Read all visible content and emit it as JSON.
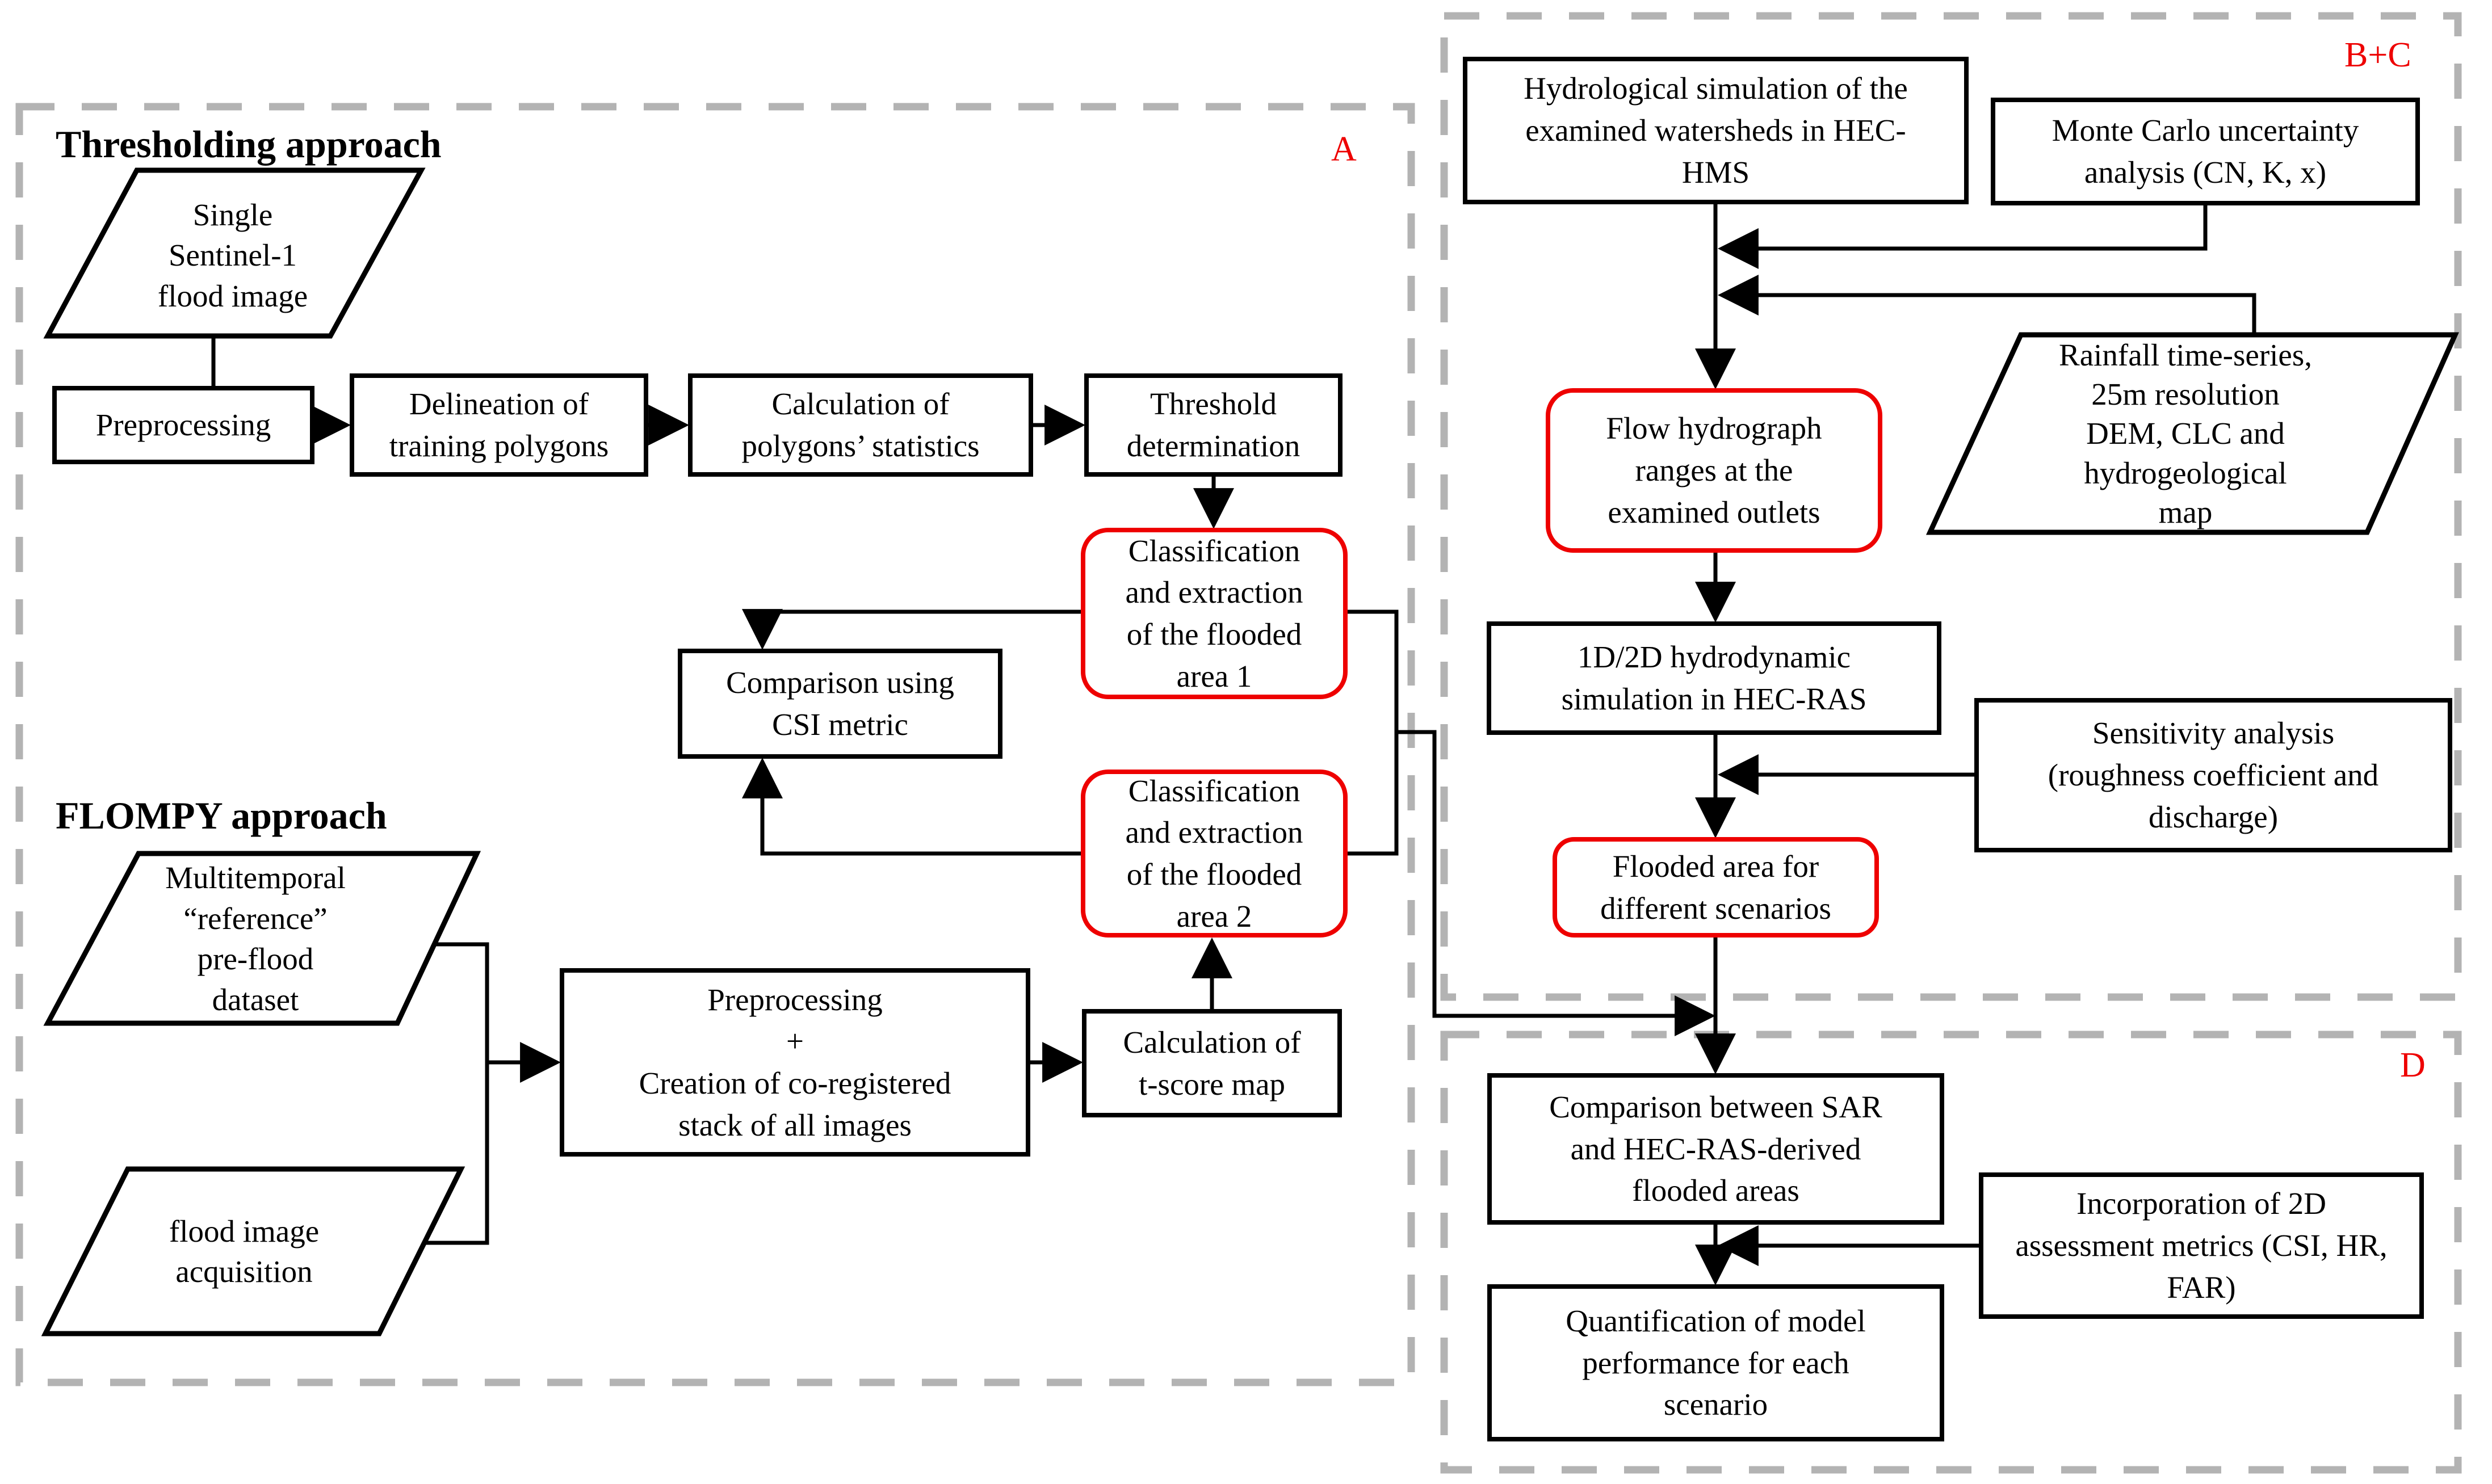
{
  "colors": {
    "accent_red": "#ee0000",
    "dash_gray": "#b3b3b3",
    "line_black": "#000000"
  },
  "groups": {
    "a": {
      "label": "A",
      "title_thresholding": "Thresholding approach",
      "title_flompy": "FLOMPY approach"
    },
    "bc": {
      "label": "B+C"
    },
    "d": {
      "label": "D"
    }
  },
  "nodes": {
    "single_sentinel": "Single\nSentinel-1\nflood image",
    "preprocessing1": "Preprocessing",
    "delineation": "Delineation of\ntraining polygons",
    "calc_statistics": "Calculation of\npolygons’ statistics",
    "threshold_determination": "Threshold\ndetermination",
    "classification1": "Classification\nand extraction\nof the flooded\narea 1",
    "csi_comparison": "Comparison using\nCSI metric",
    "classification2": "Classification\nand extraction\nof the flooded\narea 2",
    "multitemporal_dataset": "Multitemporal\n“reference”\npre-flood\ndataset",
    "flood_image_acquisition": "flood image\nacquisition",
    "preprocessing_stack": "Preprocessing\n+\nCreation of co-registered\nstack of all images",
    "tscore_map": "Calculation of\nt-score map",
    "hec_hms": "Hydrological simulation of the\nexamined watersheds in HEC-\nHMS",
    "monte_carlo": "Monte Carlo uncertainty\nanalysis (CN, K, x)",
    "rainfall_inputs": "Rainfall time-series,\n25m resolution\nDEM, CLC and\nhydrogeological\nmap",
    "flow_hydrograph": "Flow hydrograph\nranges at the\nexamined outlets",
    "hydrodynamic_1d2d": "1D/2D hydrodynamic\nsimulation in HEC-RAS",
    "sensitivity_analysis": "Sensitivity analysis\n(roughness coefficient and\ndischarge)",
    "flooded_area_scenarios": "Flooded area for\ndifferent scenarios",
    "comparison_sar": "Comparison between SAR\nand HEC-RAS-derived\nflooded areas",
    "incorporation_metrics": "Incorporation of 2D\nassessment metrics (CSI, HR,\nFAR)",
    "quantification": "Quantification of model\nperformance for each\nscenario"
  }
}
